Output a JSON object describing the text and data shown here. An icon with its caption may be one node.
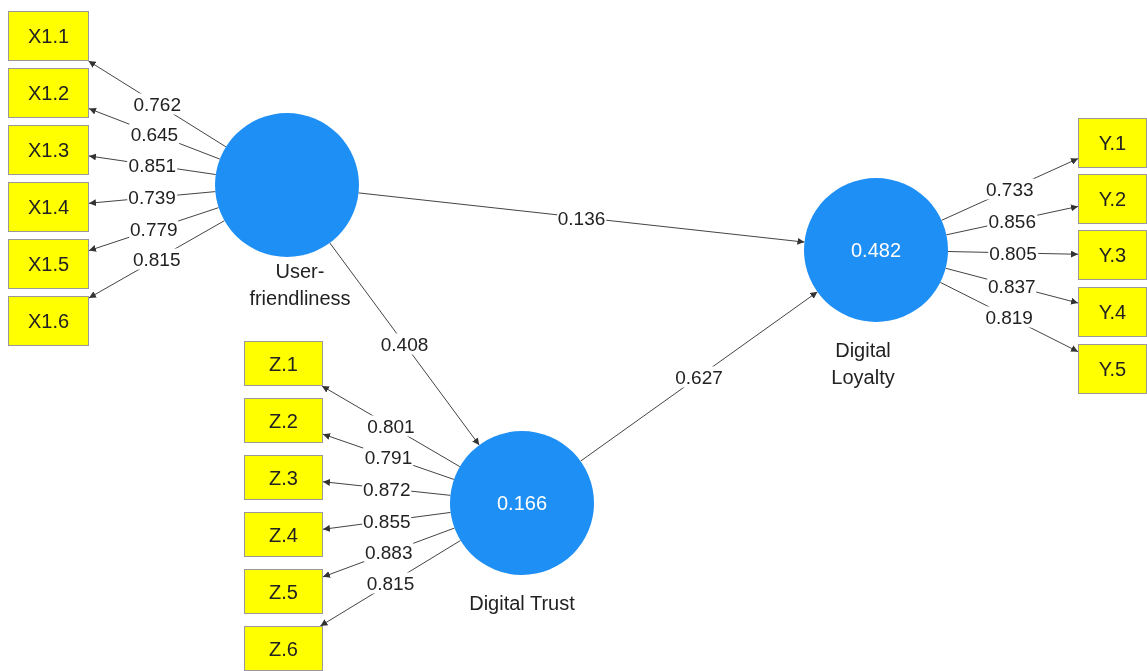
{
  "diagram": {
    "nodes": [
      {
        "text": [
          "X1.1"
        ]
      },
      {
        "text": [
          "X1.2"
        ]
      },
      {
        "text": [
          "X1.3"
        ]
      },
      {
        "text": [
          "X1.4"
        ]
      },
      {
        "text": [
          "X1.5"
        ]
      },
      {
        "text": [
          "X1.6"
        ]
      },
      {
        "text": [
          "User-friendliness"
        ]
      },
      {
        "text": [
          "Y.1"
        ]
      },
      {
        "text": [
          "Y.2"
        ]
      },
      {
        "text": [
          "Y.3"
        ]
      },
      {
        "text": [
          "Y.4"
        ]
      },
      {
        "text": [
          "Y.5"
        ]
      },
      {
        "text": [
          "0.482",
          "Digital Loyalty"
        ]
      },
      {
        "text": [
          "Z.1"
        ]
      },
      {
        "text": [
          "Z.2"
        ]
      },
      {
        "text": [
          "Z.3"
        ]
      },
      {
        "text": [
          "Z.4"
        ]
      },
      {
        "text": [
          "Z.5"
        ]
      },
      {
        "text": [
          "Z.6"
        ]
      },
      {
        "text": [
          "0.166",
          "Digital Trust"
        ]
      }
    ],
    "edges": [
      {
        "from": 6,
        "to": 0,
        "arrow": "to",
        "label": "0.762"
      },
      {
        "from": 6,
        "to": 1,
        "arrow": "to",
        "label": "0.645"
      },
      {
        "from": 6,
        "to": 2,
        "arrow": "to",
        "label": "0.851"
      },
      {
        "from": 6,
        "to": 3,
        "arrow": "to",
        "label": "0.739"
      },
      {
        "from": 6,
        "to": 4,
        "arrow": "to",
        "label": "0.779"
      },
      {
        "from": 6,
        "to": 5,
        "arrow": "to",
        "label": "0.815"
      },
      {
        "from": 12,
        "to": 7,
        "arrow": "to",
        "label": "0.733"
      },
      {
        "from": 12,
        "to": 8,
        "arrow": "to",
        "label": "0.856"
      },
      {
        "from": 12,
        "to": 9,
        "arrow": "to",
        "label": "0.805"
      },
      {
        "from": 12,
        "to": 10,
        "arrow": "to",
        "label": "0.837"
      },
      {
        "from": 12,
        "to": 11,
        "arrow": "to",
        "label": "0.819"
      },
      {
        "from": 19,
        "to": 13,
        "arrow": "to",
        "label": "0.801"
      },
      {
        "from": 19,
        "to": 14,
        "arrow": "to",
        "label": "0.791"
      },
      {
        "from": 19,
        "to": 15,
        "arrow": "to",
        "label": "0.872"
      },
      {
        "from": 19,
        "to": 16,
        "arrow": "to",
        "label": "0.855"
      },
      {
        "from": 19,
        "to": 17,
        "arrow": "to",
        "label": "0.883"
      },
      {
        "from": 19,
        "to": 18,
        "arrow": "to",
        "label": "0.815"
      },
      {
        "from": 6,
        "to": 12,
        "arrow": "to",
        "label": "0.136"
      },
      {
        "from": 6,
        "to": 19,
        "arrow": "to",
        "label": "0.408"
      },
      {
        "from": 19,
        "to": 12,
        "arrow": "to",
        "label": "0.627"
      }
    ]
  }
}
